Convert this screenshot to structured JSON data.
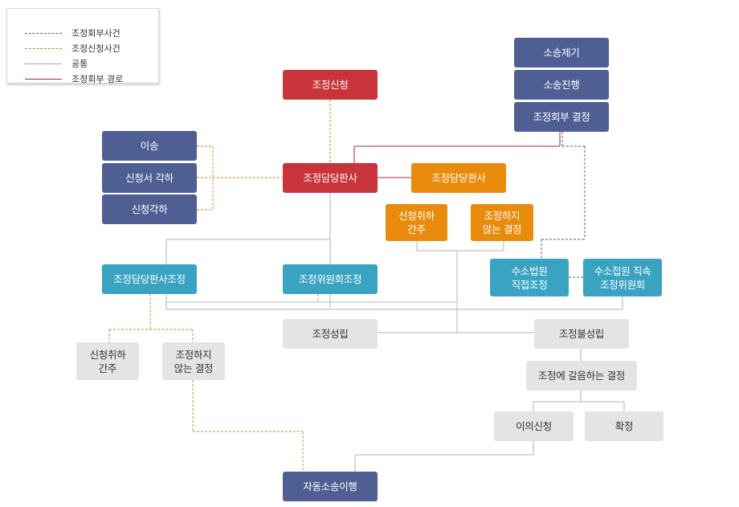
{
  "legend": {
    "items": [
      {
        "label": "조정회부사건",
        "style": "dashed",
        "color": "#4f5f94"
      },
      {
        "label": "조정신청사건",
        "style": "dashed",
        "color": "#c98a2e"
      },
      {
        "label": "공통",
        "style": "solid",
        "color": "#aaaaaa"
      },
      {
        "label": "조정회부 경로",
        "style": "solid",
        "color": "#a3283a"
      }
    ]
  },
  "colors": {
    "navy": "#4f5f94",
    "red": "#c8343a",
    "orange": "#e98b0c",
    "teal": "#3aa3c1",
    "gray": "#e4e4e4"
  },
  "nodes": {
    "suit_filing": "소송제기",
    "suit_progress": "소송진행",
    "referral_decision": "조정회부 결정",
    "mediation_application": "조정신청",
    "transfer": "이송",
    "application_rejection": "신청서 각하",
    "application_dismissal": "신청각하",
    "judge_in_charge": "조정담당판사",
    "judge_in_charge_2": "조정담당판사",
    "withdrawal_deemed_1": "신청취하\n간주",
    "no_mediation_decision_1": "조정하지\n않는 결정",
    "judge_mediation": "조정담당판사조정",
    "committee_mediation": "조정위원회조정",
    "court_direct_mediation": "수소법원\n직접조정",
    "court_standing_committee": "수소접원 직속\n조정위원회",
    "withdrawal_deemed_2": "신청취하\n간주",
    "no_mediation_decision_2": "조정하지\n않는 결정",
    "mediation_success": "조정성립",
    "mediation_failure": "조정불성립",
    "decision_in_lieu": "조정에 갈음하는 결정",
    "objection": "이의신청",
    "finalization": "확정",
    "transfer_to_litigation": "자동소송이행"
  }
}
